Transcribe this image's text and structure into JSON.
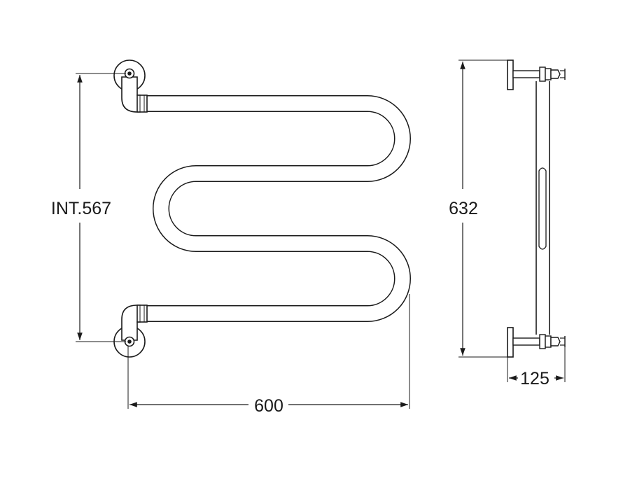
{
  "dimensions": {
    "interaxis": "INT.567",
    "width": "600",
    "height": "632",
    "depth": "125"
  },
  "colors": {
    "line": "#1a1a1a",
    "background": "#ffffff"
  }
}
